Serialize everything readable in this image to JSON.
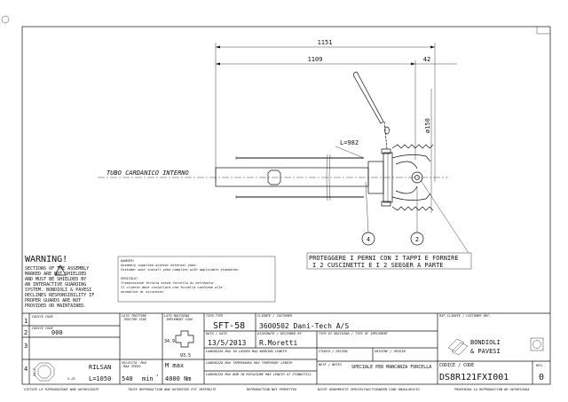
{
  "drawing": {
    "dimensions": {
      "overall": "1151",
      "tube": "1109",
      "offset": "42",
      "diameter": "ø150",
      "length": "L=982"
    },
    "label_tube": "TUBO CARDANICO INTERNO",
    "balloons": [
      "4",
      "2"
    ],
    "note": [
      "PROTEGGERE I PERNI CON I TAPPI E FORNIRE",
      "I 2 CUSCINETTI E I 2 SEEGER A PARTE"
    ]
  },
  "warning": {
    "title": "WARNING!",
    "lines": [
      "SECTIONS    OF THE ASSEMBLY",
      "MARKED      ARE NOT SHIELDED",
      "AND MUST BE SHIELDED BY",
      "AN INTERACTIVE GUARDING",
      "SYSTEM. BONDIOLI & PAVESI",
      "DECLINES RESPONSIBILITY IF",
      "PROPER GUARDS ARE NOT",
      "PROVIDED OR MAINTAINED."
    ]
  },
  "danger": {
    "lines": [
      "DANGER!",
      "Assembly supplied without external yoke.",
      "Customer must install yoke complies with applicable standards.",
      "",
      "PERICOLO!",
      "Trasmissione fornita senza forcella di estremita'.",
      "Il cliente deve installare una forcella conforme alle",
      "normative di sicurezza."
    ]
  },
  "title_block": {
    "rows": [
      {
        "num": "1",
        "code_label": "CODICE CODE",
        "code": ""
      },
      {
        "num": "2",
        "code_label": "CODICE CODE",
        "code": "000"
      },
      {
        "num": "3",
        "code_label": "",
        "code": ""
      },
      {
        "num": "4",
        "code_label": "",
        "code": ""
      }
    ],
    "profile": {
      "height": "21.7",
      "thickness": "5.25",
      "name": "RILSAN",
      "length": "L=1050"
    },
    "tractor_side_label": "LATO TRATTORE TRACTOR SIDE",
    "implement_side_label": "LATO MACCHINA IMPLEMENT SIDE",
    "cross_dims": {
      "a": "34.9",
      "b": "93.5"
    },
    "speed_label": "VELOCITA' MAX MAX SPEED",
    "speed": "540",
    "speed_unit": "min",
    "speed_exp": "-1",
    "torque_label": "M max",
    "torque": "4000 Nm",
    "type_label": "TIPO-TYPE",
    "type": "SFT-58",
    "client_label": "CLIENTE / CUSTOMER",
    "client": "3600502   Dani-Tech A/S",
    "date_label": "DATA / DATE",
    "date": "13/5/2013",
    "designer_label": "DISEGNATO / DESIGNED BY",
    "designer": "R.Moretti",
    "machine_type_label": "TIPO DI MACCHINA / TYPE OF IMPLEMENT",
    "max_working_label": "LUNGHEZZA MAX IN LAVORO MAX WORKING LENGTH",
    "max_temporary_label": "LUNGHEZZA MAX TEMPORANEA MAX TEMPORARY LENGTH",
    "max_standstill_label": "LUNGHEZZA MAX NON IN ROTAZIONE MAX LENGTH AT STANDSTILL",
    "studio_label": "STUDIO / DESIGN",
    "origin_label": "ORIGINE / ORIGIN",
    "notes_label": "NOTE / NOTES",
    "notes": "SPECIALE PER MANCANZA FORCELLA",
    "ref_label": "RIF.CLIENTE / CUSTOMER REF.",
    "logo": [
      "BONDIOLI",
      "& PAVESI"
    ],
    "code_label": "CODICE / CODE",
    "code": "DS8R121FXI001",
    "rev_label": "REV.",
    "rev": "0"
  },
  "footer": [
    "VIETATE LE RIPRODUZIONI NON AUTORIZZATE",
    "TOUTE REPRODUCTION NON AUTORISEE EST INTERDITE",
    "REPRODUCTION NOT PERMITTED",
    "NICHT GENEHMIGTE VERVIELFAELTIGUNGEN SIND UNZULAESSIG",
    "PROHIBIDA LA REPRODUCCION NO AUTORIZADA"
  ]
}
